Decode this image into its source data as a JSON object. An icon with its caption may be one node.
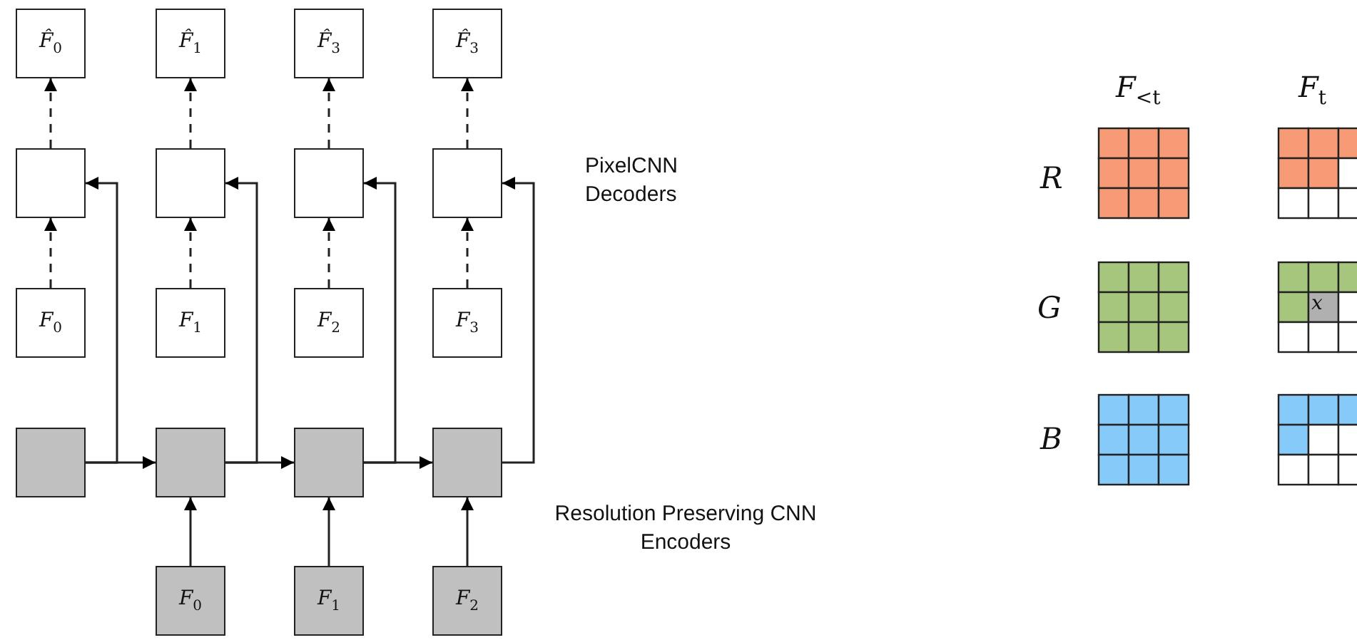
{
  "diagram": {
    "nodes": [
      {
        "text": [
          "*F̂*$_{0}$"
        ]
      },
      {
        "text": [
          "*F̂*$_{1}$"
        ]
      },
      {
        "text": [
          "*F̂*$_{3}$"
        ]
      },
      {
        "text": [
          "*F̂*$_{3}$"
        ]
      },
      {
        "text": [],
        "shape": "box"
      },
      {
        "text": [],
        "shape": "box"
      },
      {
        "text": [],
        "shape": "box"
      },
      {
        "text": [],
        "shape": "box"
      },
      {
        "text": [
          "*F*$_{0}$"
        ]
      },
      {
        "text": [
          "*F*$_{1}$"
        ]
      },
      {
        "text": [
          "*F*$_{2}$"
        ]
      },
      {
        "text": [
          "*F*$_{3}$"
        ]
      },
      {
        "text": [],
        "shape": "box"
      },
      {
        "text": [],
        "shape": "box"
      },
      {
        "text": [],
        "shape": "box"
      },
      {
        "text": [],
        "shape": "box"
      },
      {
        "text": [
          "*F*$_{0}$"
        ]
      },
      {
        "text": [
          "*F*$_{1}$"
        ]
      },
      {
        "text": [
          "*F*$_{2}$"
        ]
      }
    ],
    "edges": [
      {
        "from": 4,
        "to": 0,
        "arrow": "to",
        "style": "dashed"
      },
      {
        "from": 5,
        "to": 1,
        "arrow": "to",
        "style": "dashed"
      },
      {
        "from": 6,
        "to": 2,
        "arrow": "to",
        "style": "dashed"
      },
      {
        "from": 7,
        "to": 3,
        "arrow": "to",
        "style": "dashed"
      },
      {
        "from": 8,
        "to": 4,
        "arrow": "to",
        "style": "dashed"
      },
      {
        "from": 9,
        "to": 5,
        "arrow": "to",
        "style": "dashed"
      },
      {
        "from": 10,
        "to": 6,
        "arrow": "to",
        "style": "dashed"
      },
      {
        "from": 11,
        "to": 7,
        "arrow": "to",
        "style": "dashed"
      },
      {
        "from": 12,
        "to": 13,
        "arrow": "to"
      },
      {
        "from": 13,
        "to": 14,
        "arrow": "to"
      },
      {
        "from": 14,
        "to": 15,
        "arrow": "to"
      },
      {
        "from": 12,
        "to": 4,
        "arrow": "to"
      },
      {
        "from": 13,
        "to": 5,
        "arrow": "to"
      },
      {
        "from": 14,
        "to": 6,
        "arrow": "to"
      },
      {
        "from": 15,
        "to": 7,
        "arrow": "to"
      },
      {
        "from": 16,
        "to": 13,
        "arrow": "to"
      },
      {
        "from": 17,
        "to": 14,
        "arrow": "to"
      },
      {
        "from": 18,
        "to": 15,
        "arrow": "to"
      }
    ],
    "labels": [
      "*F*$_{<t}$",
      "*F*$_{t}$",
      "PixelCNN Decoders",
      "R",
      "G",
      "x",
      "B",
      "Resolution Preserving CNN Encoders"
    ]
  }
}
